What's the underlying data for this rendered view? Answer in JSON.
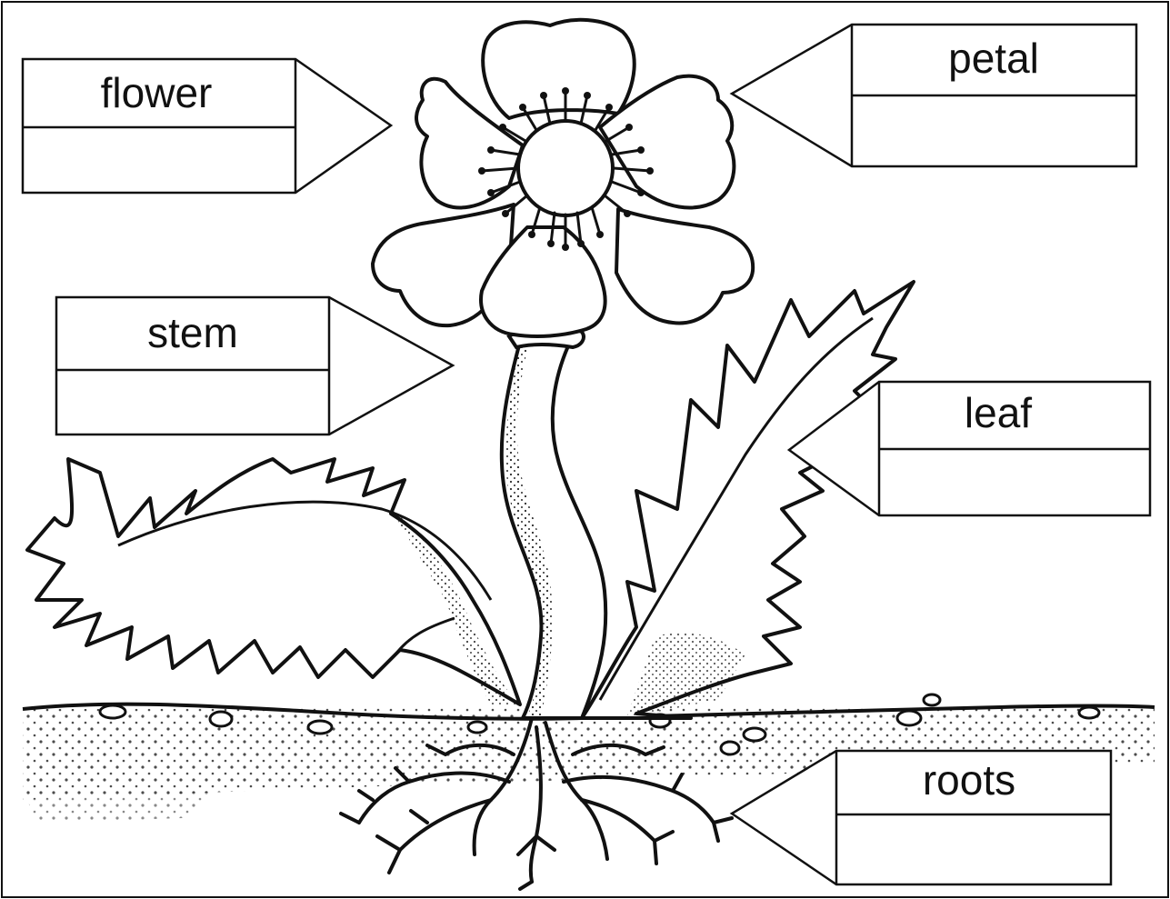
{
  "labels": {
    "flower": "flower",
    "petal": "petal",
    "stem": "stem",
    "leaf": "leaf",
    "roots": "roots"
  },
  "colors": {
    "ink": "#111111",
    "paper": "#ffffff"
  }
}
